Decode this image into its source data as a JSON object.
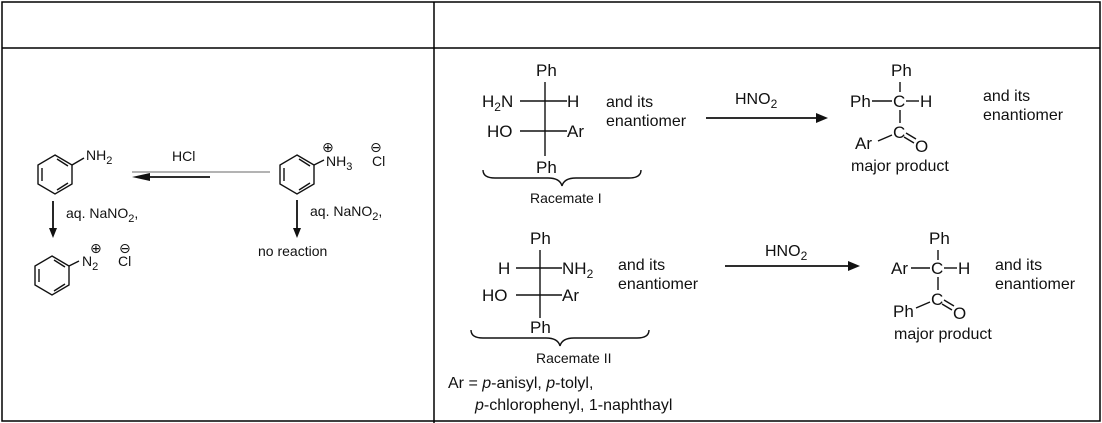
{
  "left": {
    "aniline_group": "NH",
    "aniline_sub": "2",
    "reagent_hcl": "HCl",
    "anilinium_group": "NH",
    "anilinium_sub": "3",
    "counterion": "Cl",
    "plus": "⊕",
    "minus": "⊖",
    "reagent_nitrite_left": "aq. NaNO",
    "reagent_nitrite_left_sub": "2",
    "reagent_nitrite_left_suffix": ",",
    "diazonium_group": "N",
    "diazonium_sub": "2",
    "reagent_nitrite_right": "aq. NaNO",
    "reagent_nitrite_right_sub": "2",
    "reagent_nitrite_right_suffix": ",",
    "no_reaction": "no reaction"
  },
  "right": {
    "ph": "Ph",
    "ar": "Ar",
    "h": "H",
    "c": "C",
    "o": "O",
    "h2n": "H",
    "h2n_sub": "2",
    "h2n_suffix": "N",
    "nh2": "NH",
    "nh2_sub": "2",
    "ho": "HO",
    "and_its": "and its",
    "enantiomer": "enantiomer",
    "hno": "HNO",
    "hno_sub": "2",
    "major_product": "major product",
    "racemate_1": "Racemate I",
    "racemate_2": "Racemate II",
    "ar_def_prefix": "Ar = ",
    "ar_p": "p",
    "ar_anisyl": "-anisyl, ",
    "ar_tolyl": "-tolyl,",
    "ar_chlorophenyl": "-chlorophenyl, 1-naphthayl"
  }
}
